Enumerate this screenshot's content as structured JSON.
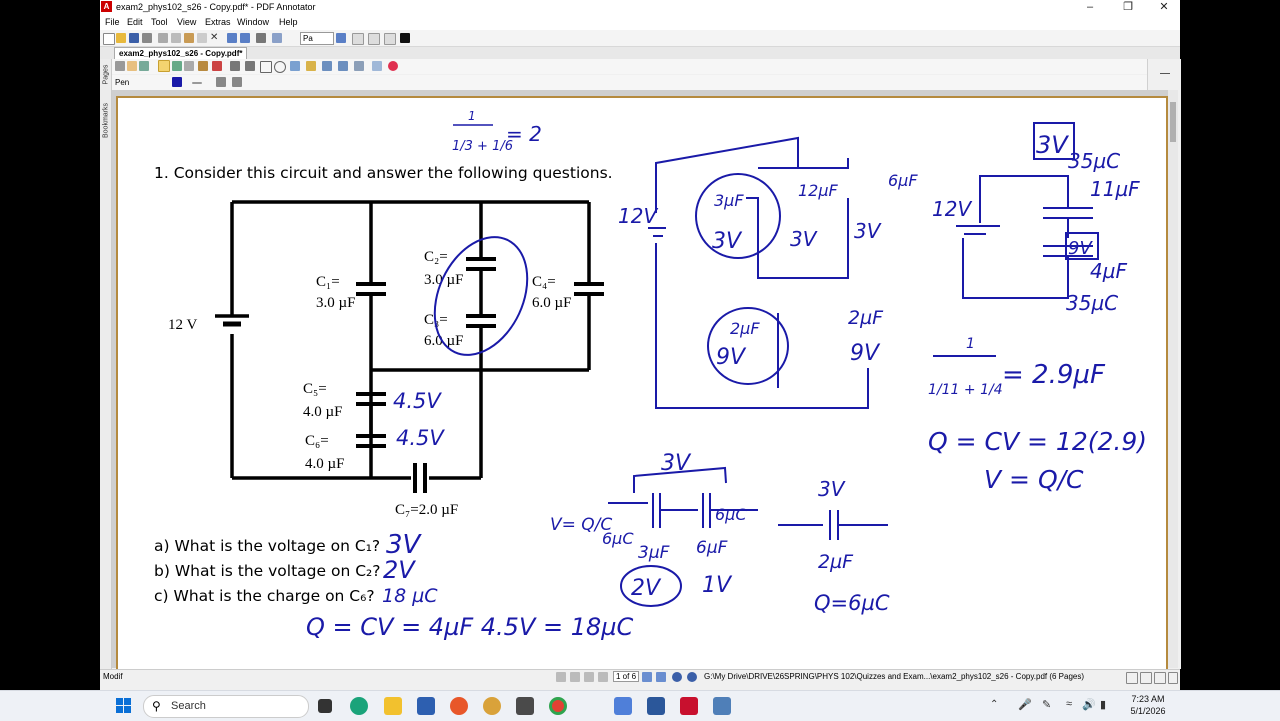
{
  "window": {
    "title": "exam2_phys102_s26 - Copy.pdf* - PDF Annotator",
    "minimize_icon": "minimize-icon",
    "maximize_icon": "restore-icon",
    "close_icon": "close-icon"
  },
  "menu": [
    "File",
    "Edit",
    "Tool",
    "View",
    "Extras",
    "Window",
    "Help"
  ],
  "toolbar": {
    "page_box": "Pa"
  },
  "document_tab": "exam2_phys102_s26 - Copy.pdf*",
  "sidebar": {
    "tabs": [
      "Pages",
      "Bookmarks"
    ]
  },
  "pen_bar": {
    "tool_label": "Pen"
  },
  "status": {
    "mode": "Modif",
    "page_indicator": "1 of 6",
    "path": "G:\\My Drive\\DRIVE\\26SPRING\\PHYS 102\\Quizzes and Exam...\\exam2_phys102_s26 - Copy.pdf (6 Pages)"
  },
  "pdf": {
    "question": "1. Consider this circuit and answer the following questions.",
    "battery": "12 V",
    "caps": {
      "c1_name": "C₁=",
      "c1_val": "3.0 µF",
      "c2_name": "C₂=",
      "c2_val": "3.0 µF",
      "c3_name": "C₃=",
      "c3_val": "6.0 µF",
      "c4_name": "C₄=",
      "c4_val": "6.0 µF",
      "c5_name": "C₅=",
      "c5_val": "4.0 µF",
      "c6_name": "C₆=",
      "c6_val": "4.0 µF",
      "c7": "C₇=2.0 µF"
    },
    "qa": "a) What is the voltage on C₁?",
    "qb": "b) What is the voltage on C₂?",
    "qc": "c) What is the charge on C₆?"
  },
  "annotations": {
    "frac_top": "1",
    "frac_bottom": "1/3 + 1/6",
    "frac_eq": "= 2",
    "c5_v": "4.5V",
    "c6_v": "4.5V",
    "ans_a": "3V",
    "ans_b": "2V",
    "ans_c": "18 µC",
    "charge_calc": "Q = CV = 4µF 4.5V = 18µC",
    "mid_12v": "12V",
    "mid_3uf": "3µF",
    "mid_3v_a": "3V",
    "mid_12uf": "12µF",
    "mid_3v_b": "3V",
    "mid_6uf": "6µF",
    "mid_3v_c": "3V",
    "mid_2uf_a": "2µF",
    "mid_9v_a": "9V",
    "mid_2uf_b": "2µF",
    "mid_9v_b": "9V",
    "bot_3v": "3V",
    "bot_v_eq": "V= Q/C",
    "bot_6uc_a": "6µC",
    "bot_6uc_b": "6µC",
    "bot_3uf": "3µF",
    "bot_6uf": "6µF",
    "bot_2v": "2V",
    "bot_1v": "1V",
    "bot2_3v": "3V",
    "bot2_2uf": "2µF",
    "bot2_q": "Q=6µC",
    "r_3v": "3V",
    "r_35uc_a": "35µC",
    "r_11uf": "11µF",
    "r_12v": "12V",
    "r_9v": "9V",
    "r_4uf": "4µF",
    "r_35uc_b": "35µC",
    "r_frac_top": "1",
    "r_frac_bottom": "1/11 + 1/4",
    "r_eq": "= 2.9µF",
    "r_q": "Q = CV = 12(2.9)",
    "r_v": "V = Q/C"
  },
  "taskbar": {
    "search_placeholder": "Search",
    "time": "7:23 AM",
    "date": "5/1/2026"
  }
}
